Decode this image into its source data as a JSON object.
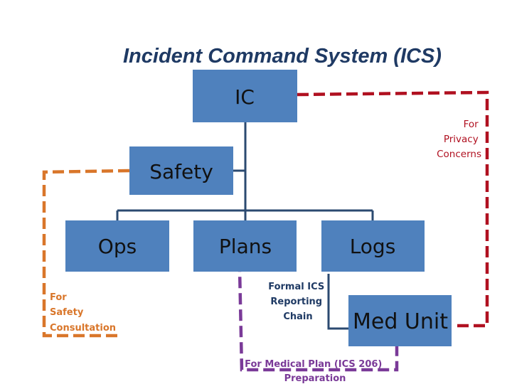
{
  "title": "Incident Command System (ICS)",
  "nodes": {
    "ic": "IC",
    "safety": "Safety",
    "ops": "Ops",
    "plans": "Plans",
    "logs": "Logs",
    "med_unit": "Med Unit"
  },
  "notes": {
    "privacy": [
      "For",
      "Privacy",
      "Concerns"
    ],
    "safety_consult": [
      "For",
      "Safety",
      "Consultation"
    ],
    "formal_ics": [
      "Formal ICS",
      "Reporting",
      "Chain"
    ],
    "medical_plan": [
      "For Medical Plan (ICS 206)",
      "Preparation"
    ]
  },
  "colors": {
    "box": "#4f81bd",
    "connector": "#2b4a70",
    "privacy_line": "#b01020",
    "safety_line": "#d9762a",
    "medical_line": "#7a3a98",
    "title": "#1f3a64"
  }
}
